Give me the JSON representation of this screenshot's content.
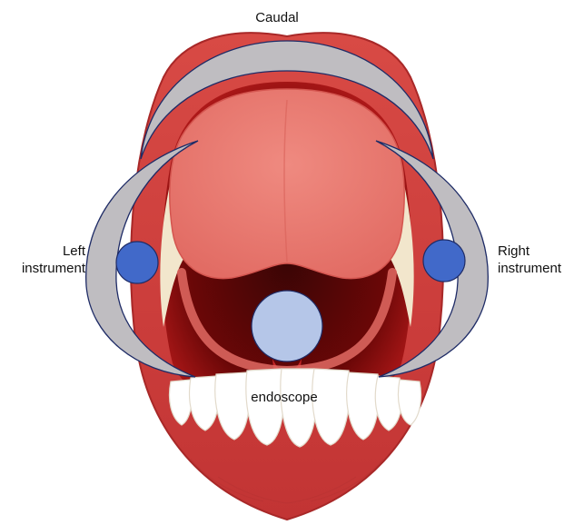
{
  "labels": {
    "top": "Caudal",
    "left_line1": "Left",
    "left_line2": "instrument",
    "right_line1": "Right",
    "right_line2": "instrument",
    "scope": "endoscope"
  },
  "colors": {
    "lip": "#cf3d3d",
    "lip_dark": "#a82828",
    "lip_light": "#e06a63",
    "throat": "#3a0505",
    "throat_mid": "#8a0c0c",
    "tongue": "#ec7d74",
    "tongue_dark": "#d4554f",
    "teeth": "#ffffff",
    "teeth_shadow": "#e9e2d6",
    "retractor_fill": "#bfbdc1",
    "retractor_stroke": "#1e2b66",
    "instrument": "#4169c9",
    "endoscope": "#b5c6e8"
  }
}
